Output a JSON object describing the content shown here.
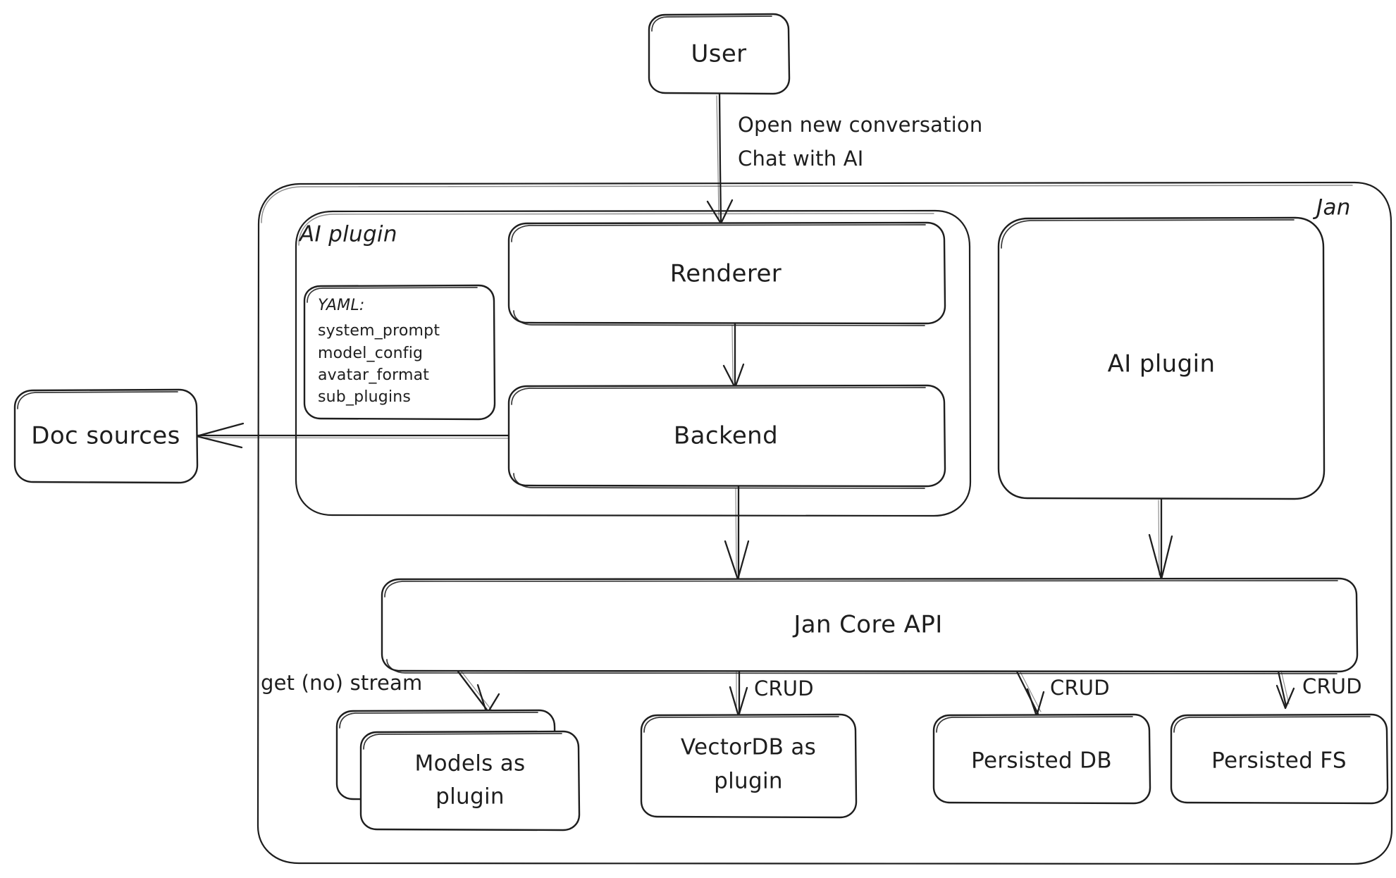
{
  "diagram": {
    "title_visible": false,
    "style": "hand-drawn-excalidraw",
    "stroke_color": "#1e1e1e",
    "background_color": "#ffffff"
  },
  "containers": {
    "jan": {
      "label": "Jan"
    },
    "ai_plugin_group": {
      "label": "AI plugin"
    }
  },
  "nodes": {
    "user": {
      "label": "User"
    },
    "renderer": {
      "label": "Renderer"
    },
    "backend": {
      "label": "Backend"
    },
    "doc_sources": {
      "label": "Doc sources"
    },
    "ai_plugin_right": {
      "label": "AI plugin"
    },
    "jan_core_api": {
      "label": "Jan Core API"
    },
    "models_plugin": {
      "line1": "Models as",
      "line2": "plugin"
    },
    "vectordb_plugin": {
      "line1": "VectorDB as",
      "line2": "plugin"
    },
    "persisted_db": {
      "label": "Persisted DB"
    },
    "persisted_fs": {
      "label": "Persisted FS"
    }
  },
  "yaml_card": {
    "heading": "YAML:",
    "keys": [
      "system_prompt",
      "model_config",
      "avatar_format",
      "sub_plugins"
    ]
  },
  "edge_labels": {
    "user_to_renderer_line1": "Open new conversation",
    "user_to_renderer_line2": "Chat with AI",
    "core_to_models": "get (no) stream",
    "core_to_vectordb": "CRUD",
    "core_to_persisted_db": "CRUD",
    "core_to_persisted_fs": "CRUD"
  },
  "edges": [
    {
      "from": "user",
      "to": "renderer",
      "label": "Open new conversation / Chat with AI"
    },
    {
      "from": "renderer",
      "to": "backend",
      "label": ""
    },
    {
      "from": "backend",
      "to": "doc_sources",
      "label": ""
    },
    {
      "from": "backend",
      "to": "jan_core_api",
      "label": ""
    },
    {
      "from": "ai_plugin_right",
      "to": "jan_core_api",
      "label": ""
    },
    {
      "from": "jan_core_api",
      "to": "models_plugin",
      "label": "get (no) stream"
    },
    {
      "from": "jan_core_api",
      "to": "vectordb_plugin",
      "label": "CRUD"
    },
    {
      "from": "jan_core_api",
      "to": "persisted_db",
      "label": "CRUD"
    },
    {
      "from": "jan_core_api",
      "to": "persisted_fs",
      "label": "CRUD"
    }
  ]
}
